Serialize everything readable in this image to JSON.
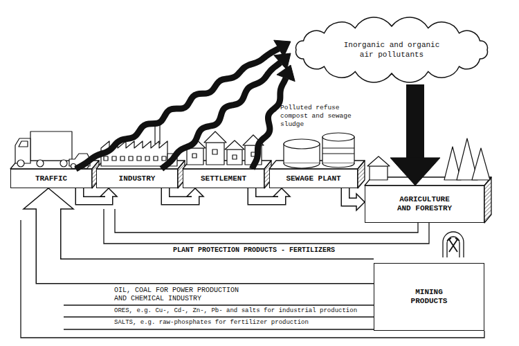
{
  "diagram": {
    "nodes": [
      {
        "text": [
          "Inorganic and organic air pollutants"
        ]
      },
      {
        "text": [
          "TRAFFIC"
        ]
      },
      {
        "text": [
          "INDUSTRY"
        ]
      },
      {
        "text": [
          "SETTLEMENT"
        ]
      },
      {
        "text": [
          "SEWAGE PLANT"
        ]
      },
      {
        "text": [
          "AGRICULTURE AND FORESTRY"
        ]
      },
      {
        "text": [
          "MINING PRODUCTS"
        ]
      }
    ],
    "edges": [
      {
        "from": 1,
        "to": 2,
        "arrow": "to"
      },
      {
        "from": 2,
        "to": 3,
        "arrow": "to"
      },
      {
        "from": 3,
        "to": 4,
        "arrow": "to"
      },
      {
        "from": 4,
        "to": 5,
        "arrow": "to"
      },
      {
        "from": 1,
        "to": 0,
        "arrow": "to"
      },
      {
        "from": 2,
        "to": 0,
        "arrow": "to"
      },
      {
        "from": 3,
        "to": 0,
        "arrow": "to"
      },
      {
        "from": 0,
        "to": 5,
        "arrow": "to"
      },
      {
        "from": 6,
        "to": 1,
        "arrow": "to"
      }
    ],
    "labels": [
      "Polluted refuse compost and sewage sludge",
      "PLANT PROTECTION PRODUCTS - FERTILIZERS",
      "OIL, COAL FOR POWER PRODUCTION AND CHEMICAL INDUSTRY",
      "ORES, e.g. Cu-, Cd-, Zn-, Pb- and salts for industrial production",
      "SALTS, e.g. raw-phosphates for fertilizer production"
    ]
  }
}
